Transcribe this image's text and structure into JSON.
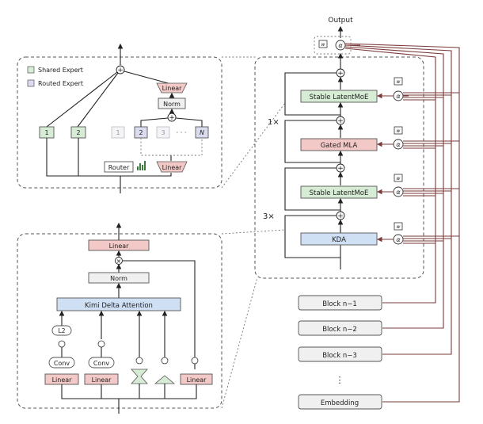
{
  "output_label": "Output",
  "moe_panel": {
    "legend_shared": "Shared Expert",
    "legend_routed": "Routed Expert",
    "linear_top": "Linear",
    "norm": "Norm",
    "linear_bottom": "Linear",
    "router": "Router",
    "experts": [
      "1",
      "2",
      "1",
      "2",
      "3",
      "· · ·",
      "N"
    ]
  },
  "kda_panel": {
    "linear_top": "Linear",
    "norm": "Norm",
    "kda": "Kimi Delta Attention",
    "l2": "L2",
    "conv1": "Conv",
    "conv2": "Conv",
    "linear1": "Linear",
    "linear2": "Linear",
    "linear3": "Linear"
  },
  "stack": {
    "layer1": "Stable LatentMoE",
    "layer2": "Gated MLA",
    "layer3": "Stable LatentMoE",
    "layer4": "KDA",
    "count_1": "1×",
    "count_3": "3×",
    "alpha": "α",
    "w": "w"
  },
  "blocks": {
    "n1": "Block n−1",
    "n2": "Block n−2",
    "n3": "Block n−3",
    "embedding": "Embedding"
  },
  "colors": {
    "green": "#d6ecd4",
    "red": "#f2c9c6",
    "blue": "#cfe0f5",
    "lavender": "#dcdcf0",
    "gray": "#f0f0f0",
    "wire": "#7b3a3a"
  }
}
